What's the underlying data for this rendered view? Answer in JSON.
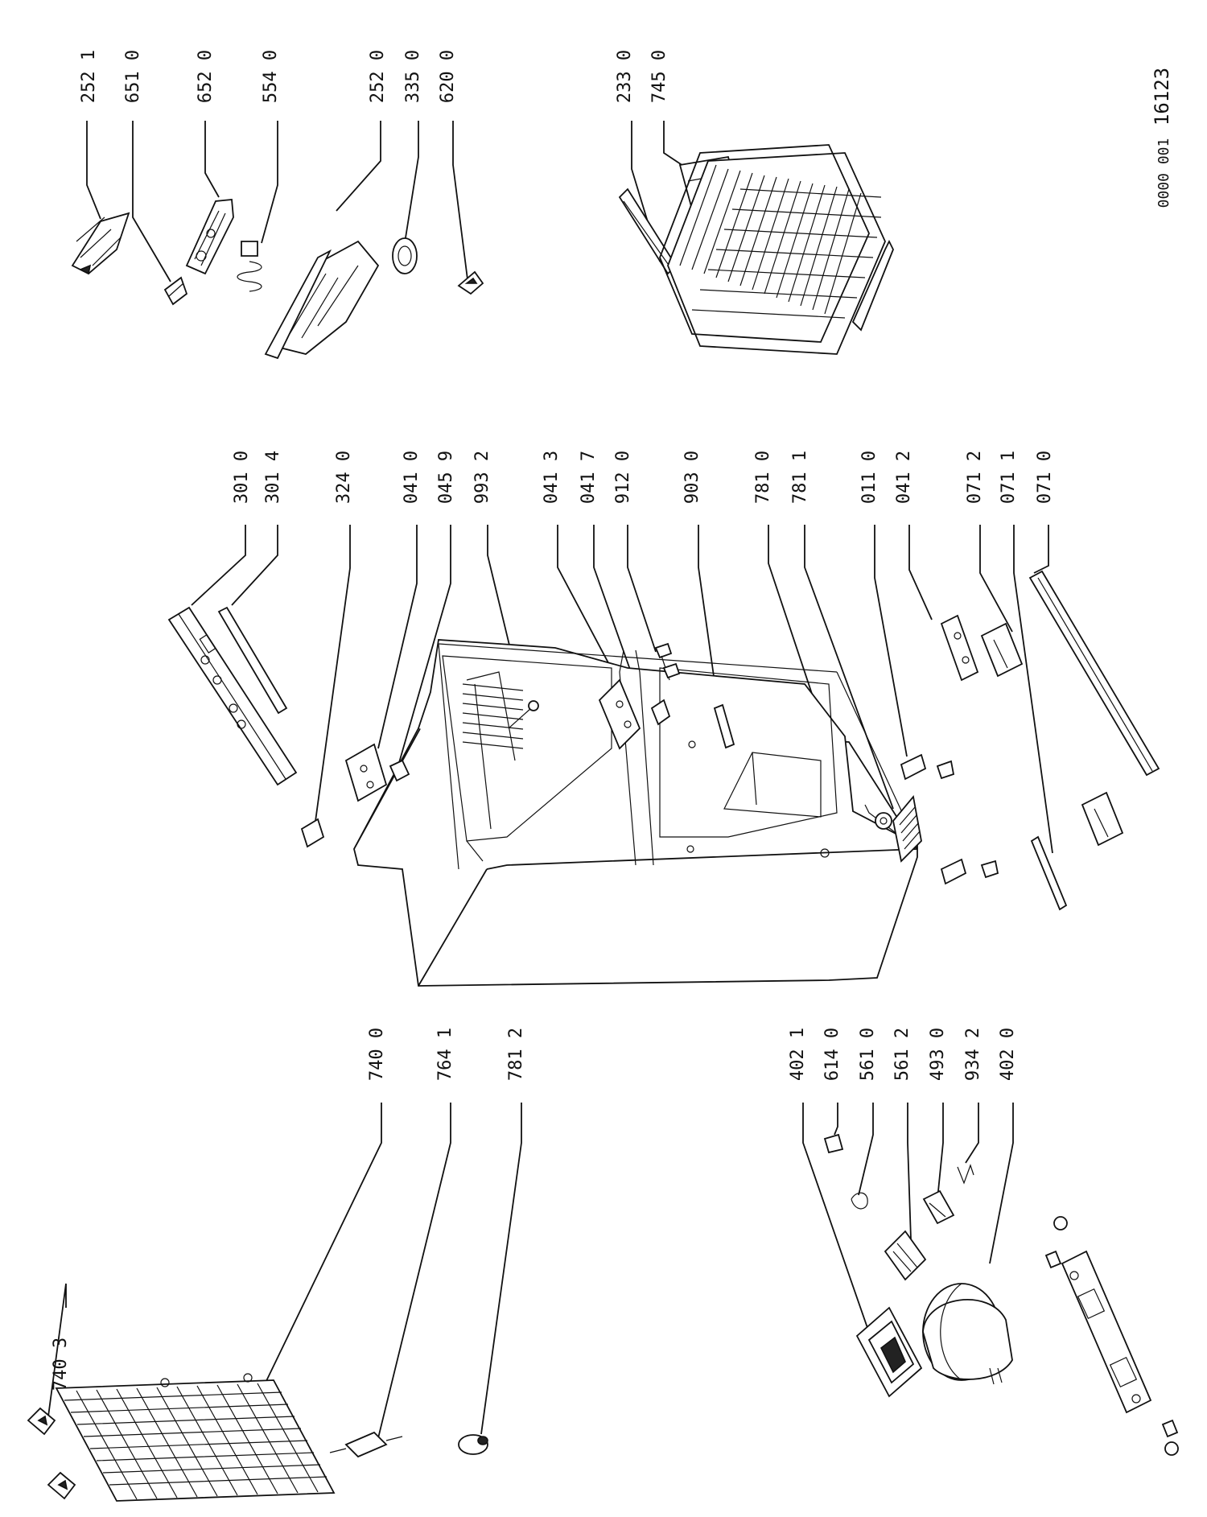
{
  "diagram": {
    "document_code": "0000 001",
    "drawing_number": "16123",
    "labels": {
      "l2521": "252 1",
      "l6510": "651 0",
      "l6520": "652 0",
      "l5540": "554 0",
      "l2520": "252 0",
      "l3350": "335 0",
      "l6200": "620 0",
      "l2330": "233 0",
      "l7450": "745 0",
      "l3010": "301 0",
      "l3014": "301 4",
      "l3240": "324 0",
      "l0410": "041 0",
      "l0459": "045 9",
      "l9932": "993 2",
      "l0413": "041 3",
      "l0417": "041 7",
      "l9120": "912 0",
      "l9030": "903 0",
      "l7810": "781 0",
      "l7811": "781 1",
      "l0110": "011 0",
      "l0412": "041 2",
      "l0712": "071 2",
      "l0711": "071 1",
      "l0710": "071 0",
      "l7403": "740 3",
      "l7400": "740 0",
      "l7641": "764 1",
      "l7812": "781 2",
      "l4021": "402 1",
      "l6140": "614 0",
      "l5610": "561 0",
      "l5612": "561 2",
      "l4930": "493 0",
      "l9342": "934 2",
      "l4020": "402 0"
    }
  }
}
